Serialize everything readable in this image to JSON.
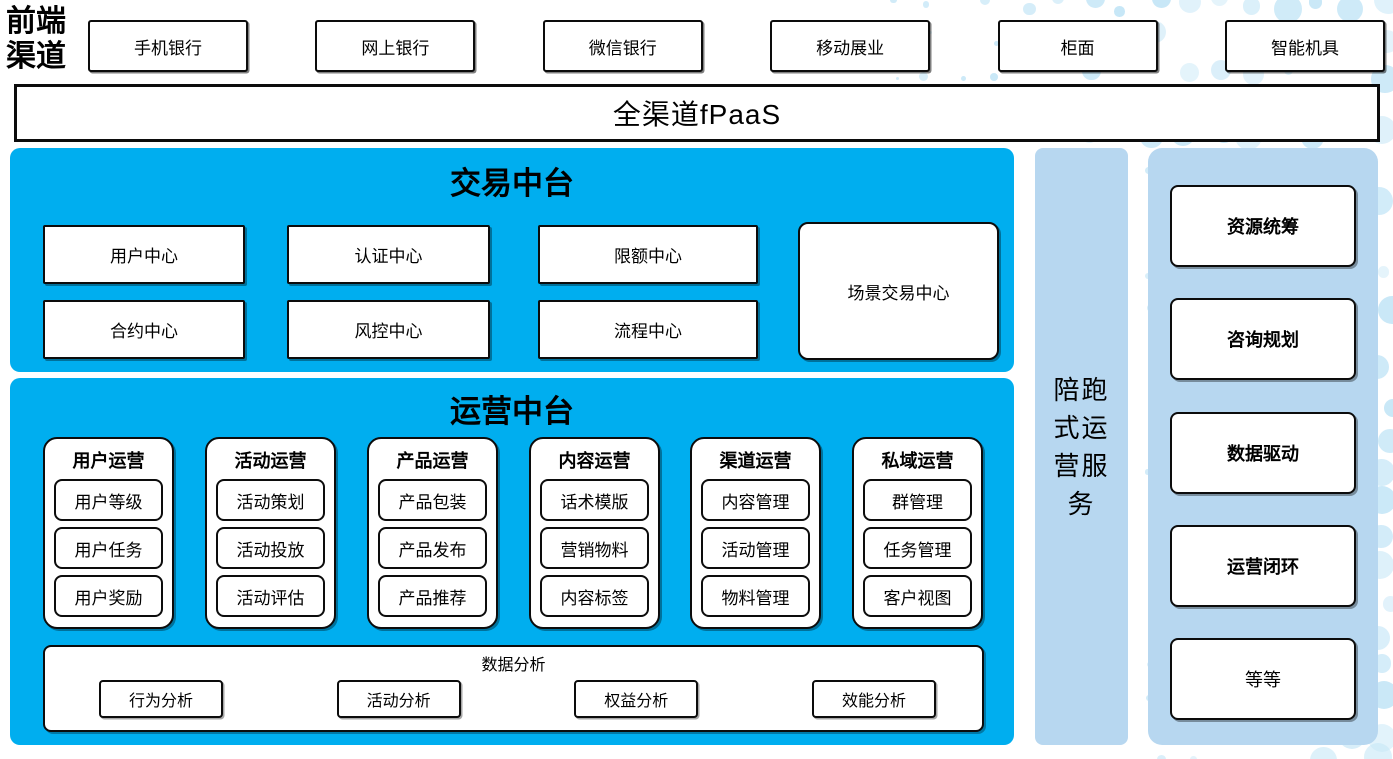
{
  "frontend_label": "前端渠道",
  "channels": [
    "手机银行",
    "网上银行",
    "微信银行",
    "移动展业",
    "柜面",
    "智能机具"
  ],
  "fpaas_label": "全渠道fPaaS",
  "transaction": {
    "title": "交易中台",
    "row1": [
      "用户中心",
      "认证中心",
      "限额中心"
    ],
    "row2": [
      "合约中心",
      "风控中心",
      "流程中心"
    ],
    "tall_box": "场景交易中心"
  },
  "operation": {
    "title": "运营中台",
    "columns": [
      {
        "title": "用户运营",
        "items": [
          "用户等级",
          "用户任务",
          "用户奖励"
        ]
      },
      {
        "title": "活动运营",
        "items": [
          "活动策划",
          "活动投放",
          "活动评估"
        ]
      },
      {
        "title": "产品运营",
        "items": [
          "产品包装",
          "产品发布",
          "产品推荐"
        ]
      },
      {
        "title": "内容运营",
        "items": [
          "话术模版",
          "营销物料",
          "内容标签"
        ]
      },
      {
        "title": "渠道运营",
        "items": [
          "内容管理",
          "活动管理",
          "物料管理"
        ]
      },
      {
        "title": "私域运营",
        "items": [
          "群管理",
          "任务管理",
          "客户视图"
        ]
      }
    ],
    "analysis": {
      "title": "数据分析",
      "items": [
        "行为分析",
        "活动分析",
        "权益分析",
        "效能分析"
      ]
    }
  },
  "side_bar_label": "陪跑式运营服务",
  "right_panel": {
    "items": [
      "资源统筹",
      "咨询规划",
      "数据驱动",
      "运营闭环",
      "等等"
    ]
  },
  "colors": {
    "primary_blue": "#00aeef",
    "light_blue": "#b7d7f0",
    "dot_blue": "#c7e7f7",
    "border_black": "#0c0c0c"
  }
}
